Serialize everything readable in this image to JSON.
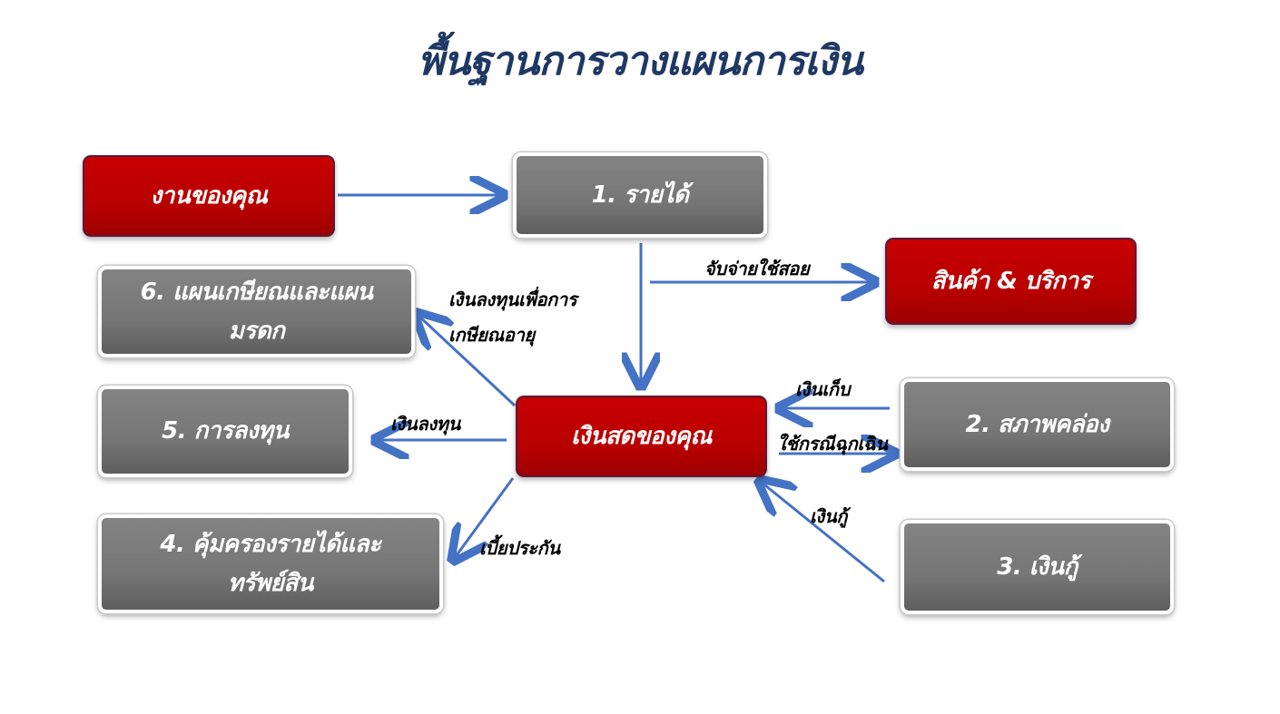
{
  "title": "พื้นฐานการวางแผนการเงิน",
  "boxes": {
    "your_job": "งานของคุณ",
    "income": "1. รายได้",
    "goods_services": "สินค้า & บริการ",
    "retirement_plan": "6. แผนเกษียณและแผนมรดก",
    "investment": "5. การลงทุน",
    "your_cash": "เงินสดของคุณ",
    "liquidity": "2. สภาพคล่อง",
    "protection": "4. คุ้มครองรายได้และทรัพย์สิน",
    "loan": "3. เงินกู้"
  },
  "labels": {
    "spending": "จับจ่ายใช้สอย",
    "retirement_investing": "เงินลงทุนเพื่อการเกษียณอายุ",
    "investing": "เงินลงทุน",
    "savings": "เงินเก็บ",
    "emergency_use": "ใช้กรณีฉุกเฉิน",
    "premium": "เบี้ยประกัน",
    "borrowed": "เงินกู้"
  },
  "colors": {
    "title": "#1f3864",
    "red_box": "#c00000",
    "gray_box": "#7a7a7a",
    "arrow": "#4472c4"
  }
}
